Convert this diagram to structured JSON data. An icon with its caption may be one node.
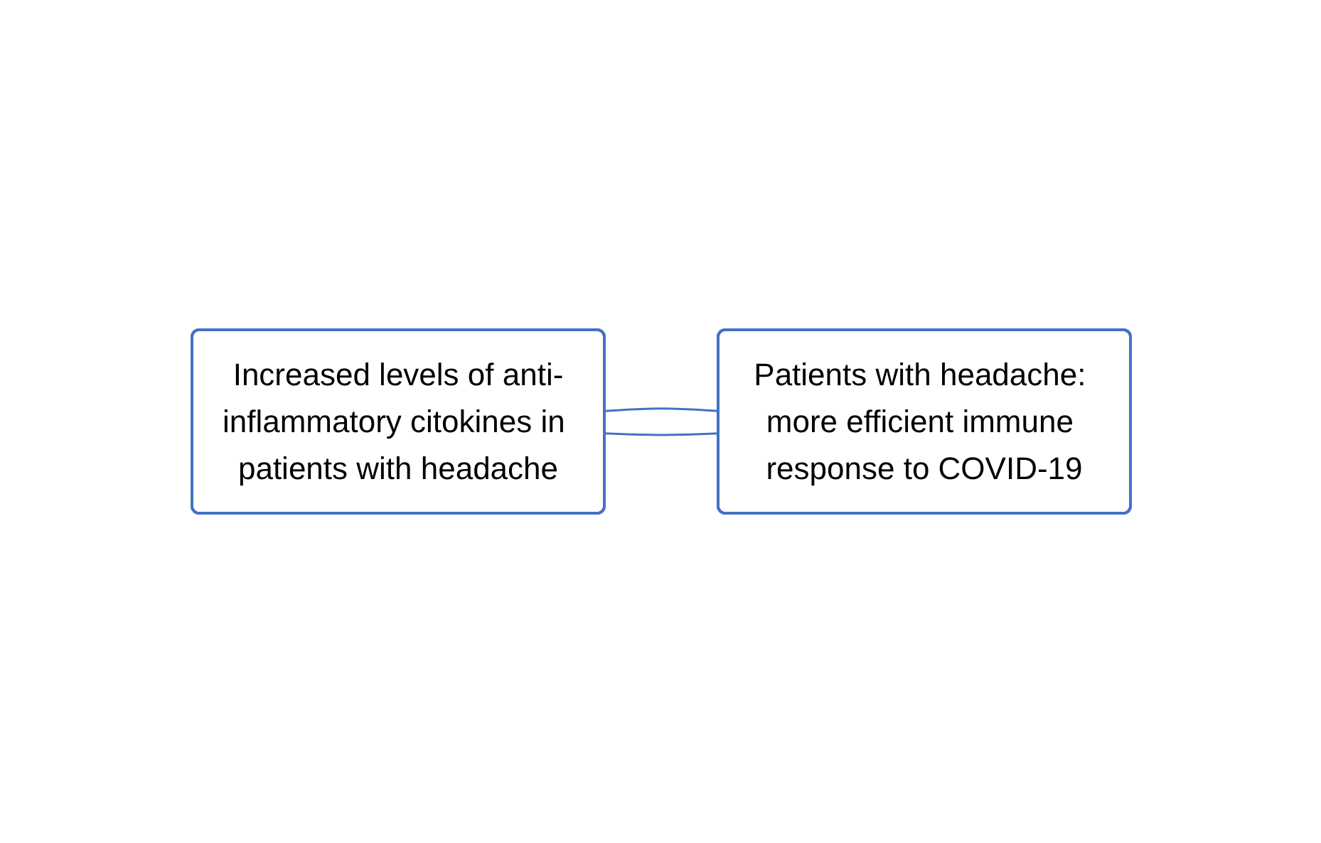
{
  "diagram": {
    "nodes": [
      {
        "text": [
          "Increased levels of anti-inflammatory citokines in patients with headache"
        ]
      },
      {
        "text": [
          "Patients with headache: more efficient immune response to COVID-19"
        ]
      }
    ],
    "edges": [
      {
        "from": 0,
        "to": 1,
        "arrow": "none"
      },
      {
        "from": 1,
        "to": 0,
        "arrow": "none"
      }
    ]
  }
}
